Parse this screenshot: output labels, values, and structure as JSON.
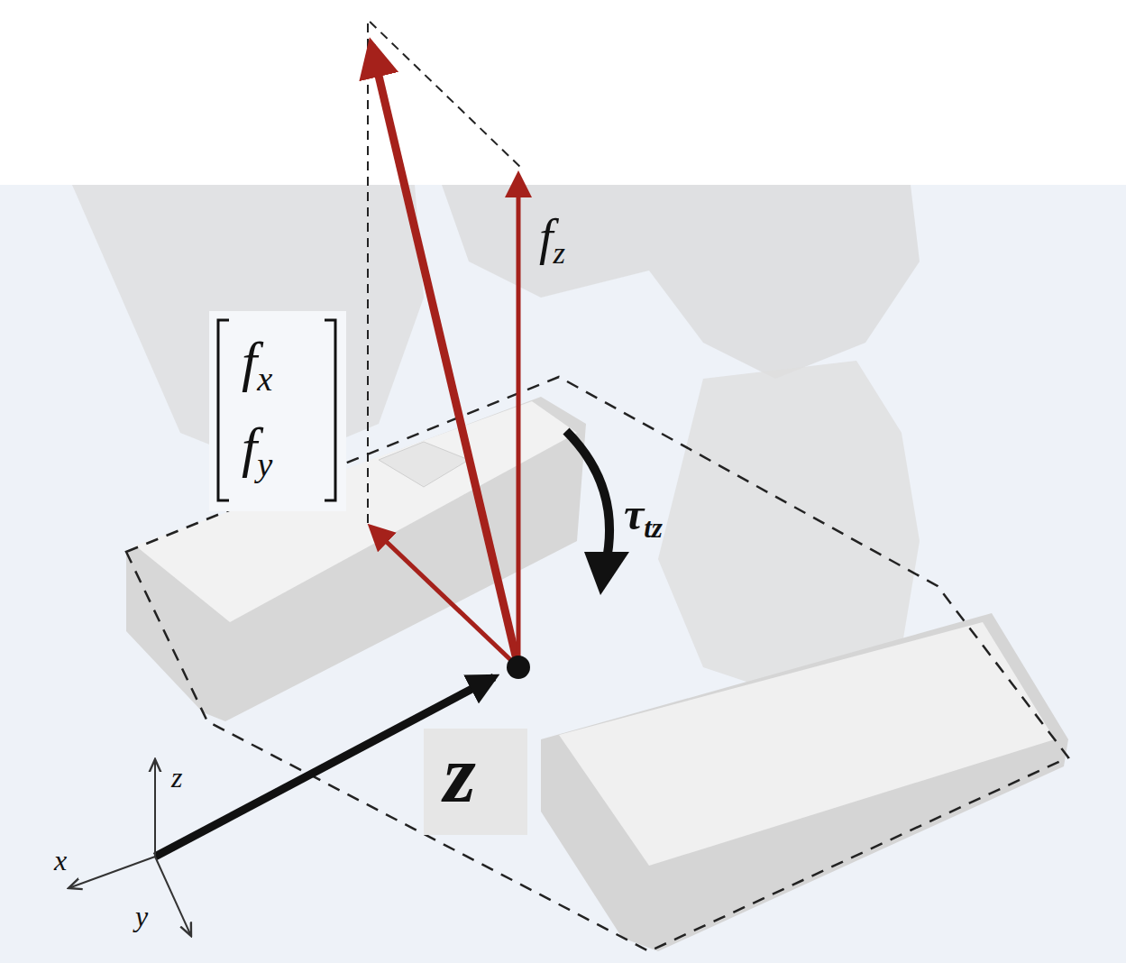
{
  "diagram": {
    "labels": [
      "fx",
      "fy",
      "fz",
      "τtz",
      "z",
      "x",
      "y",
      "z"
    ]
  }
}
